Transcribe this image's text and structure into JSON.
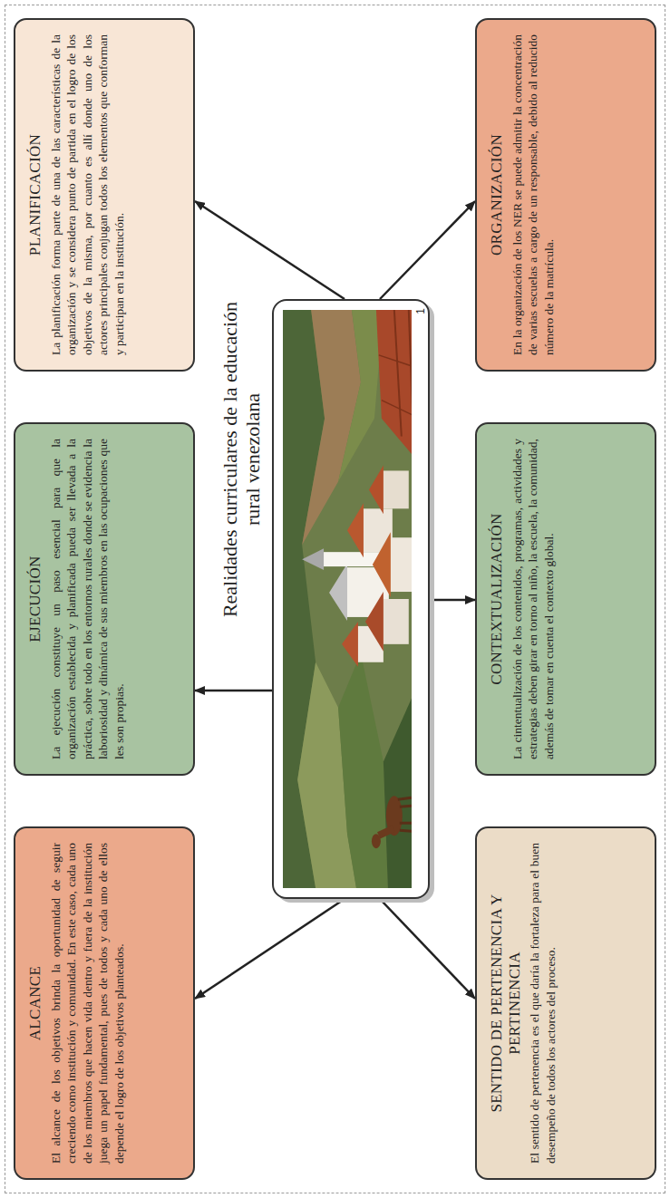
{
  "diagram": {
    "title": "Realidades curriculares de la educación rural venezolana",
    "nodes": [
      {
        "text": [
          "1"
        ]
      },
      {
        "text": [
          "PLANIFICACIÓN",
          "La planificación forma parte de una de las características de la organización y se considera punto de partida en el logro de los objetivos de la misma, por cuanto es allí donde uno de los actores principales conjugan todos los elementos que conforman y participan en la institución."
        ]
      },
      {
        "text": [
          "EJECUCIÓN",
          "La ejecución constituye un paso esencial para que la organización establecida y planificada pueda ser llevada a la práctica, sobre todo en los entornos rurales donde se evidencia la laboriosidad y dinámica de sus miembros en las ocupaciones que les son propias."
        ]
      },
      {
        "text": [
          "ALCANCE",
          "El alcance de los objetivos brinda la oportunidad de seguir creciendo como institución y comunidad. En este caso, cada uno de los miembros que hacen vida dentro y fuera de la institución juega un papel fundamental, pues de todos y cada uno de ellos depende el logro de los objetivos planteados."
        ]
      },
      {
        "text": [
          "ORGANIZACIÓN",
          "En la organización de los NER se puede admitir la concentración de varias escuelas a cargo de un responsable, debido al reducido número de la matrícula."
        ]
      },
      {
        "text": [
          "CONTEXTUALIZACIÓN",
          "La cintentualización de los contenidos, programas, actividades y estrategias deben girar en torno al niño, la escuela, la comunidad, además de tomar en cuenta el contexto global."
        ]
      },
      {
        "text": [
          "SENTIDO DE PERTENENCIA Y PERTINENCIA",
          "El sentido de pertenencia es el que daría la fortaleza para el buen desempeño de todos los actores del proceso."
        ]
      }
    ],
    "edges": [
      {
        "from": 0,
        "to": 1,
        "arrow": "to"
      },
      {
        "from": 0,
        "to": 2,
        "arrow": "to"
      },
      {
        "from": 0,
        "to": 3,
        "arrow": "to"
      },
      {
        "from": 0,
        "to": 4,
        "arrow": "to"
      },
      {
        "from": 0,
        "to": 5,
        "arrow": "to"
      },
      {
        "from": 0,
        "to": 6,
        "arrow": "to"
      }
    ]
  }
}
